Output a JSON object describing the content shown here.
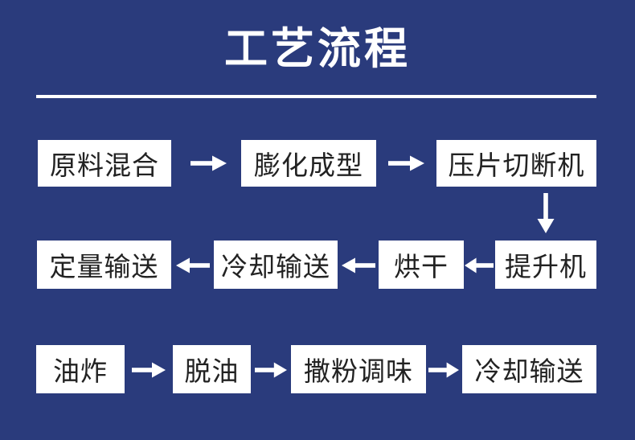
{
  "title": "工艺流程",
  "colors": {
    "background": "#2A3B7C",
    "box_background": "#FFFFFF",
    "box_text": "#222222",
    "title_text": "#FFFFFF",
    "arrow": "#FFFFFF",
    "divider": "#FFFFFF"
  },
  "flow": {
    "row1": {
      "direction": "left-to-right",
      "nodes": [
        "原料混合",
        "膨化成型",
        "压片切断机"
      ]
    },
    "row2": {
      "direction": "right-to-left",
      "nodes": [
        "定量输送",
        "冷却输送",
        "烘干",
        "提升机"
      ]
    },
    "row3": {
      "direction": "left-to-right",
      "nodes": [
        "油炸",
        "脱油",
        "撒粉调味",
        "冷却输送"
      ]
    }
  }
}
